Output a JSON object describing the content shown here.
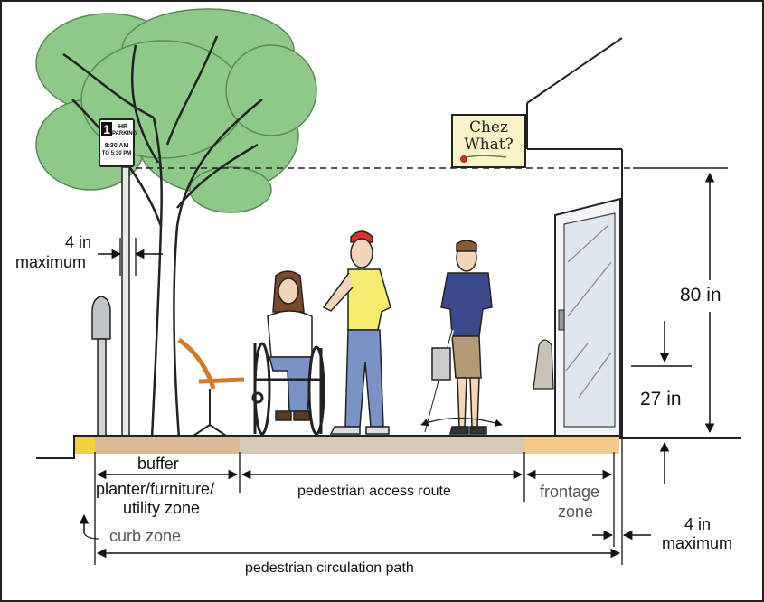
{
  "labels": {
    "four_in_top": "4 in",
    "maximum_top": "maximum",
    "eighty_in": "80 in",
    "twenty_seven_in": "27 in",
    "four_in_bottom": "4 in",
    "maximum_bottom": "maximum",
    "buffer": "buffer",
    "planter_line1": "planter/furniture/",
    "planter_line2": "utility zone",
    "pedestrian_access_route": "pedestrian access route",
    "frontage_line1": "frontage",
    "frontage_line2": "zone",
    "curb_zone": "curb zone",
    "pedestrian_circulation_path": "pedestrian circulation path"
  },
  "shop_sign": {
    "line1": "Chez",
    "line2": "What?"
  },
  "parking_sign": {
    "number": "1",
    "line1": "HR",
    "line2": "PARKING",
    "line3": "8:30 AM",
    "line4": "TO 5:30 PM"
  },
  "colors": {
    "tree_canopy": "#8fc98a",
    "curb": "#f2d23a",
    "buffer_zone": "#d9bb97",
    "access_route": "#d8c9b4",
    "frontage_zone": "#f3c98c",
    "shirt_yellow": "#f4ec6e",
    "shirt_blue": "#3a4a8a",
    "jeans": "#7a93c4"
  }
}
